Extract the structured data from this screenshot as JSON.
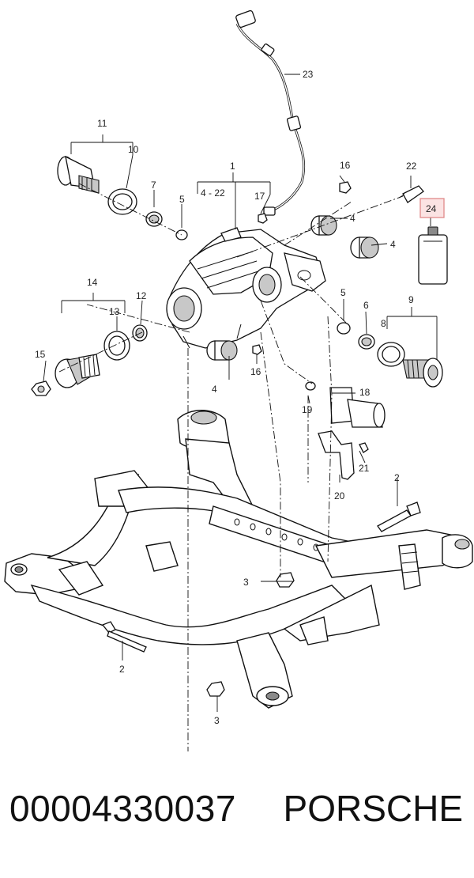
{
  "diagram": {
    "callouts": {
      "c1": "1",
      "c4_22": "4 - 22",
      "c2a": "2",
      "c2b": "2",
      "c3a": "3",
      "c3b": "3",
      "c4a": "4",
      "c4b": "4",
      "c4c": "4",
      "c5a": "5",
      "c5b": "5",
      "c6": "6",
      "c7": "7",
      "c8": "8",
      "c9": "9",
      "c10": "10",
      "c11": "11",
      "c12": "12",
      "c13": "13",
      "c14": "14",
      "c15": "15",
      "c16a": "16",
      "c16b": "16",
      "c17": "17",
      "c18": "18",
      "c19": "19",
      "c20": "20",
      "c21": "21",
      "c22": "22",
      "c23": "23",
      "c24": "24"
    },
    "highlighted_part": "24",
    "highlight_color": "#f3b8b8"
  },
  "footer": {
    "part_number": "00004330037",
    "brand": "PORSCHE"
  }
}
